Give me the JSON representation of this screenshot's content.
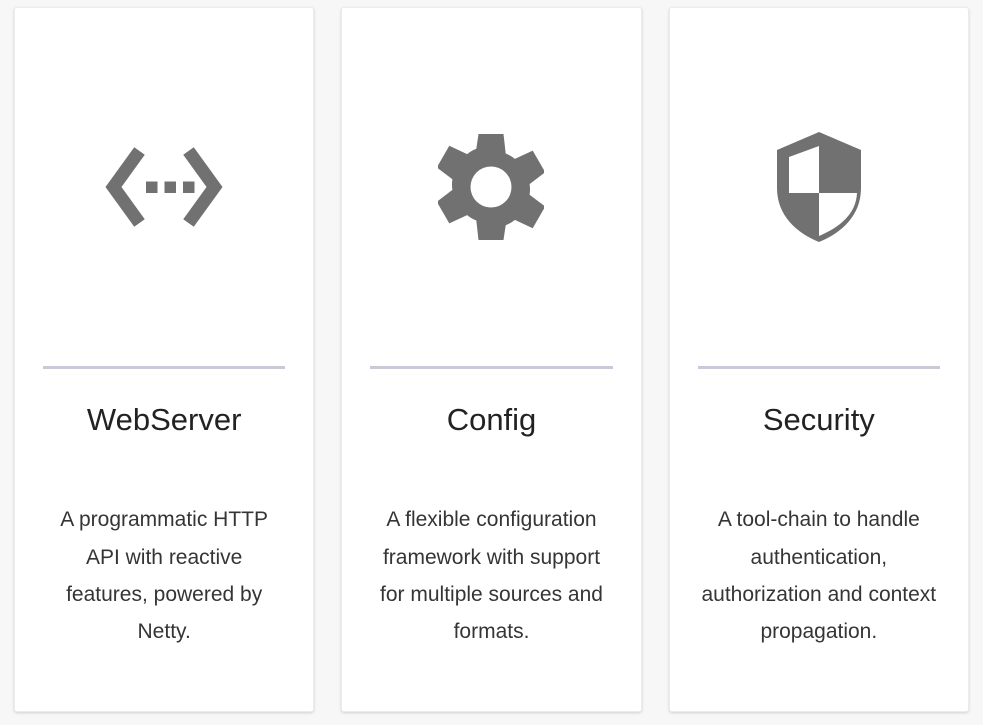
{
  "page": {
    "background_color": "#f7f7f7",
    "card_background_color": "#ffffff",
    "icon_color": "#717171",
    "divider_color": "#c9c9da",
    "title_color": "#222222",
    "description_color": "#353535"
  },
  "cards": [
    {
      "icon_name": "code-brackets-icon",
      "title": "WebServer",
      "description": "A programmatic HTTP API with reactive features, powered by Netty."
    },
    {
      "icon_name": "gear-icon",
      "title": "Config",
      "description": "A flexible configuration framework with support for multiple sources and formats."
    },
    {
      "icon_name": "shield-icon",
      "title": "Security",
      "description": "A tool-chain to handle authentication, authorization and context propagation."
    }
  ]
}
